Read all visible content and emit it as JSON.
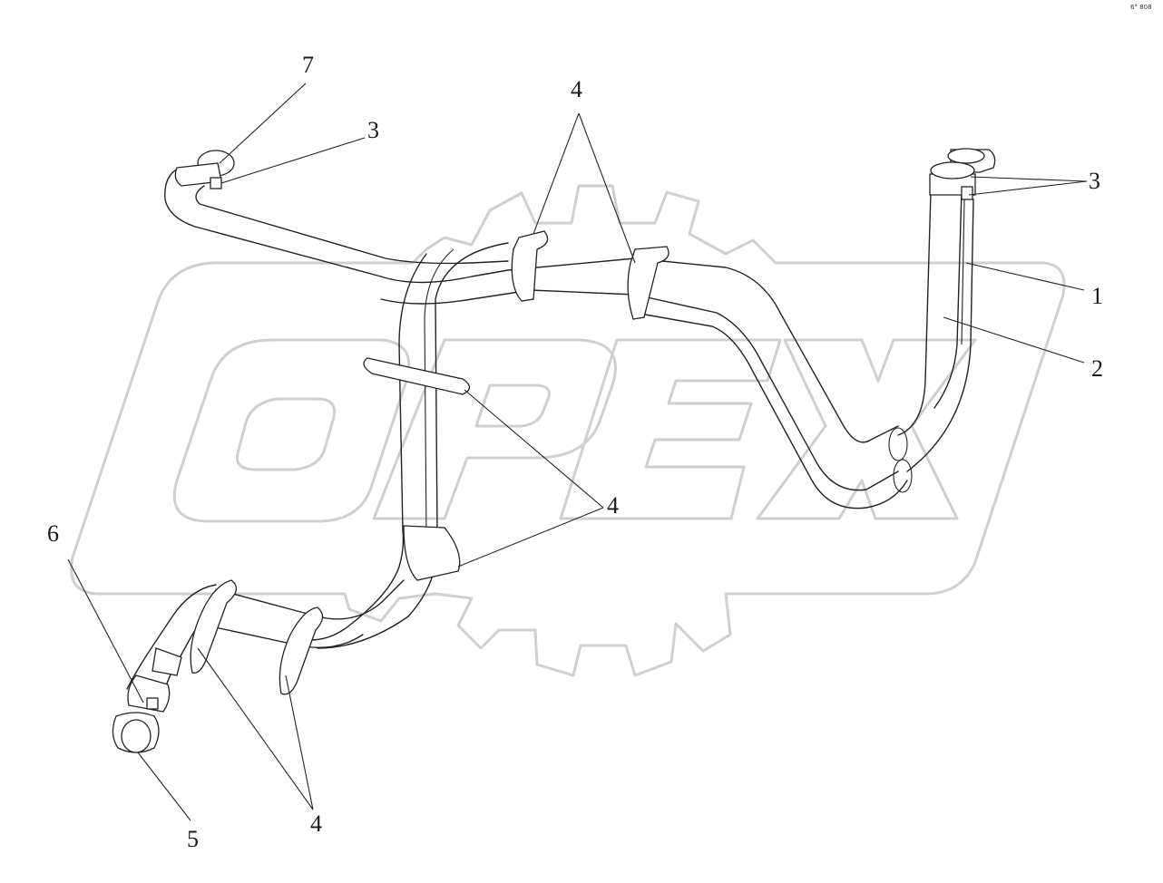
{
  "corner_mark": "6° 808",
  "watermark": {
    "text": "OPEX",
    "stroke_color": "#cfcfcf"
  },
  "callouts": [
    {
      "id": "c7",
      "text": "7"
    },
    {
      "id": "c3a",
      "text": "3"
    },
    {
      "id": "c4top",
      "text": "4"
    },
    {
      "id": "c3b",
      "text": "3"
    },
    {
      "id": "c1",
      "text": "1"
    },
    {
      "id": "c2",
      "text": "2"
    },
    {
      "id": "c4mid",
      "text": "4"
    },
    {
      "id": "c6",
      "text": "6"
    },
    {
      "id": "c5",
      "text": "5"
    },
    {
      "id": "c4bot",
      "text": "4"
    }
  ],
  "colors": {
    "line": "#222222",
    "background": "#ffffff",
    "watermark": "#cfcfcf"
  }
}
